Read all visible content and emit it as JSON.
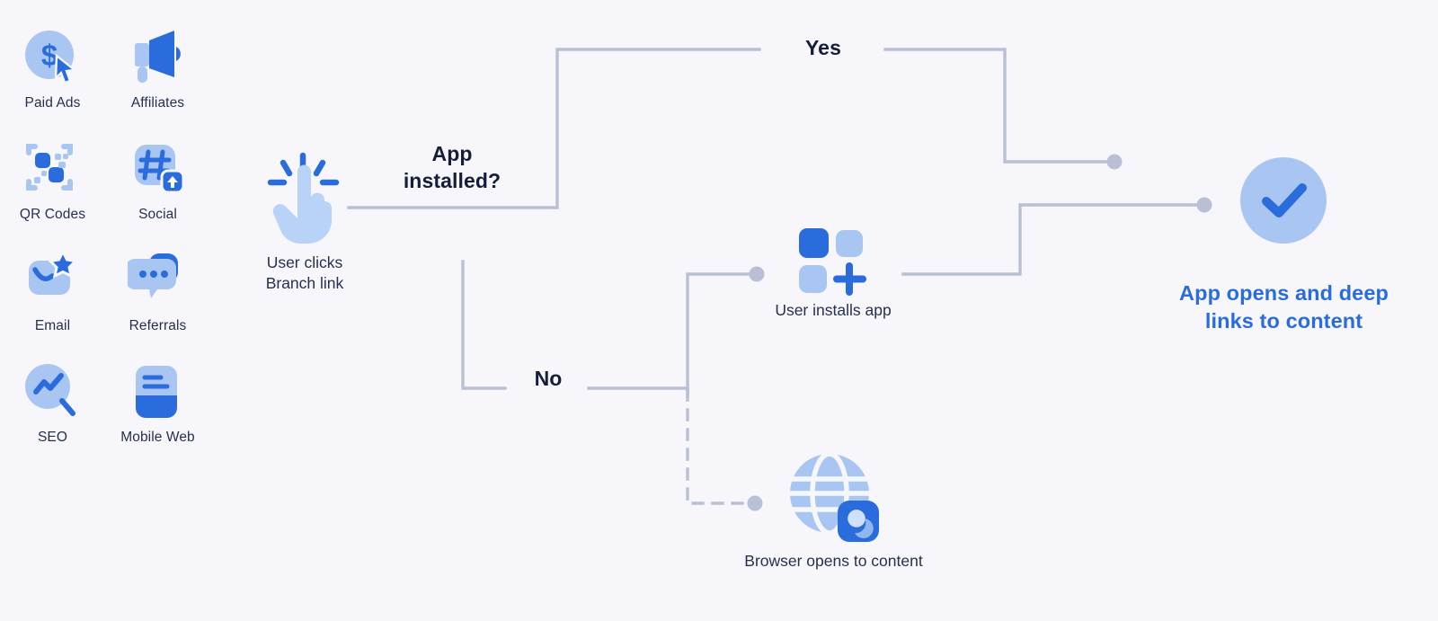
{
  "background": "#f7f7fb",
  "colors": {
    "brand_blue": "#2b6cdd",
    "light_blue": "#a9c6f2",
    "pale_blue": "#c3d8f7",
    "wire": "#b9bfd4",
    "dark_text": "#26304e",
    "bold_text": "#151d3b"
  },
  "channels": {
    "rows": [
      [
        {
          "label": "Paid Ads",
          "icon": "paid-ads-icon"
        },
        {
          "label": "Affiliates",
          "icon": "megaphone-icon"
        }
      ],
      [
        {
          "label": "QR Codes",
          "icon": "qr-code-icon"
        },
        {
          "label": "Social",
          "icon": "hashtag-share-icon"
        }
      ],
      [
        {
          "label": "Email",
          "icon": "email-star-icon"
        },
        {
          "label": "Referrals",
          "icon": "chat-bubbles-icon"
        }
      ],
      [
        {
          "label": "SEO",
          "icon": "magnifier-chart-icon"
        },
        {
          "label": "Mobile Web",
          "icon": "mobile-web-icon"
        }
      ]
    ]
  },
  "flow": {
    "click_node": {
      "label": "User clicks\nBranch link",
      "icon": "tap-hand-icon"
    },
    "decision": {
      "label": "App\ninstalled?"
    },
    "branch_yes": {
      "label": "Yes"
    },
    "branch_no": {
      "label": "No"
    },
    "install_node": {
      "label": "User installs app",
      "icon": "app-install-grid-icon"
    },
    "browser_node": {
      "label": "Browser opens to content",
      "icon": "globe-branch-icon"
    },
    "outcome": {
      "label": "App opens and deep\nlinks to content",
      "icon": "check-circle-icon"
    }
  }
}
